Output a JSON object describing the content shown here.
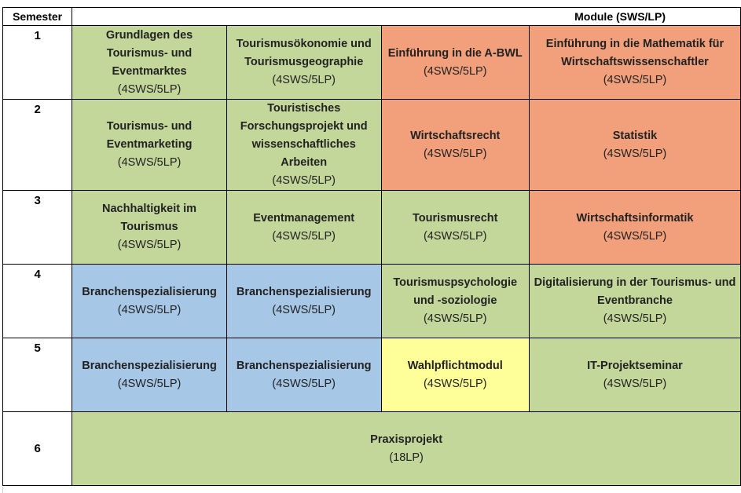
{
  "header": {
    "semester_label": "Semester",
    "modules_label": "Module (SWS/LP)"
  },
  "colors": {
    "green": "#c4d79b",
    "orange": "#f2a07b",
    "blue": "#a7c7e7",
    "yellow": "#ffff99"
  },
  "rows": [
    {
      "semester": "1",
      "modules": [
        {
          "title": "Grundlagen des Tourismus- und Eventmarktes",
          "credits": "(4SWS/5LP)",
          "color": "green"
        },
        {
          "title": "Tourismusökonomie und Tourismusgeographie",
          "credits": "(4SWS/5LP)",
          "color": "green"
        },
        {
          "title": "Einführung in die A-BWL",
          "credits": "(4SWS/5LP)",
          "color": "orange"
        },
        {
          "title": "Einführung in die Mathematik für Wirtschaftswissenschaftler",
          "credits": "(4SWS/5LP)",
          "color": "orange"
        }
      ]
    },
    {
      "semester": "2",
      "modules": [
        {
          "title": "Tourismus- und Eventmarketing",
          "credits": "(4SWS/5LP)",
          "color": "green"
        },
        {
          "title": "Touristisches Forschungsprojekt und wissenschaftliches Arbeiten",
          "credits": "(4SWS/5LP)",
          "color": "green"
        },
        {
          "title": "Wirtschaftsrecht",
          "credits": "(4SWS/5LP)",
          "color": "orange"
        },
        {
          "title": "Statistik",
          "credits": "(4SWS/5LP)",
          "color": "orange"
        }
      ]
    },
    {
      "semester": "3",
      "modules": [
        {
          "title": "Nachhaltigkeit im Tourismus",
          "credits": "(4SWS/5LP)",
          "color": "green"
        },
        {
          "title": "Eventmanagement",
          "credits": "(4SWS/5LP)",
          "color": "green"
        },
        {
          "title": "Tourismusrecht",
          "credits": "(4SWS/5LP)",
          "color": "green"
        },
        {
          "title": "Wirtschaftsinformatik",
          "credits": "(4SWS/5LP)",
          "color": "orange"
        }
      ]
    },
    {
      "semester": "4",
      "modules": [
        {
          "title": "Branchenspezialisierung",
          "credits": "(4SWS/5LP)",
          "color": "blue"
        },
        {
          "title": "Branchenspezialisierung",
          "credits": "(4SWS/5LP)",
          "color": "blue"
        },
        {
          "title": "Tourismuspsychologie und -soziologie",
          "credits": "(4SWS/5LP)",
          "color": "green"
        },
        {
          "title": "Digitalisierung in der Tourismus- und Eventbranche",
          "credits": "(4SWS/5LP)",
          "color": "green"
        }
      ]
    },
    {
      "semester": "5",
      "modules": [
        {
          "title": "Branchenspezialisierung",
          "credits": "(4SWS/5LP)",
          "color": "blue"
        },
        {
          "title": "Branchenspezialisierung",
          "credits": "(4SWS/5LP)",
          "color": "blue"
        },
        {
          "title": "Wahlpflichtmodul",
          "credits": "(4SWS/5LP)",
          "color": "yellow"
        },
        {
          "title": "IT-Projektseminar",
          "credits": "(4SWS/5LP)",
          "color": "green"
        }
      ]
    }
  ],
  "final_row": {
    "semester": "6",
    "title": "Praxisprojekt",
    "credits": "(18LP)",
    "color": "green"
  }
}
